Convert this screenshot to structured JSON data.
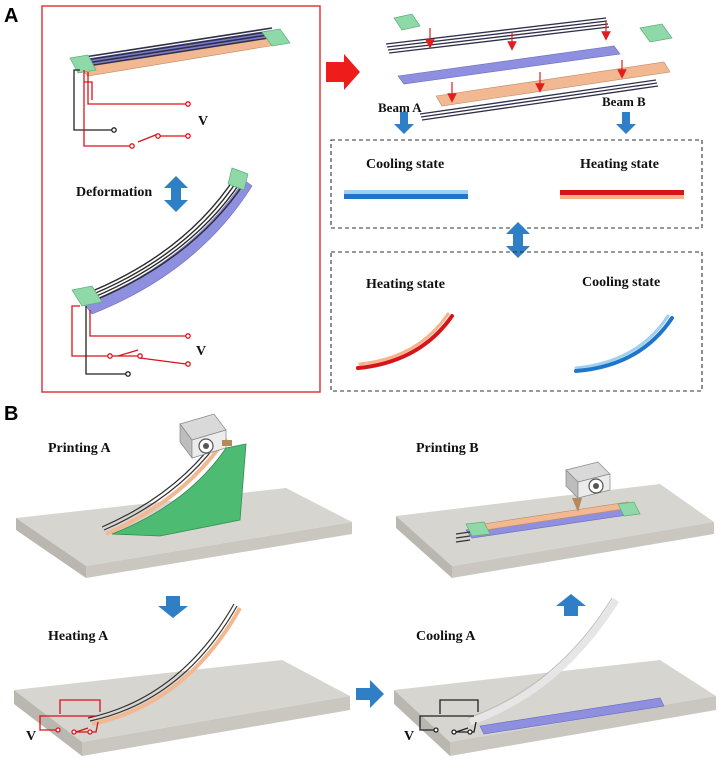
{
  "panels": {
    "a": {
      "letter": "A",
      "voltage_top": "V",
      "voltage_bottom": "V",
      "deformation": "Deformation",
      "beam_a": "Beam A",
      "beam_b": "Beam B",
      "top_box": {
        "left_state": "Cooling state",
        "right_state": "Heating state"
      },
      "bottom_box": {
        "left_state": "Heating state",
        "right_state": "Cooling state"
      }
    },
    "b": {
      "letter": "B",
      "steps": {
        "printing_a": "Printing A",
        "printing_b": "Printing B",
        "heating_a": "Heating A",
        "cooling_a": "Cooling A"
      },
      "voltage_heating": "V",
      "voltage_cooling": "V"
    }
  },
  "colors": {
    "frame_red": "#e0393e",
    "arrow_red": "#ef1c1c",
    "arrow_blue": "#2f7fc6",
    "beam_purple": "#8f8fe0",
    "beam_peach": "#f1b892",
    "clamp_green": "#8fd8a7",
    "wire_dark": "#3b3b5a",
    "cooling_blue": "#1f76c9",
    "cooling_light": "#9fd0f2",
    "heating_red": "#d8141b",
    "heating_light": "#f5b48a",
    "table_top": "#d7d5cf",
    "table_side": "#b9b7b0",
    "support_green": "#4dbb72"
  }
}
